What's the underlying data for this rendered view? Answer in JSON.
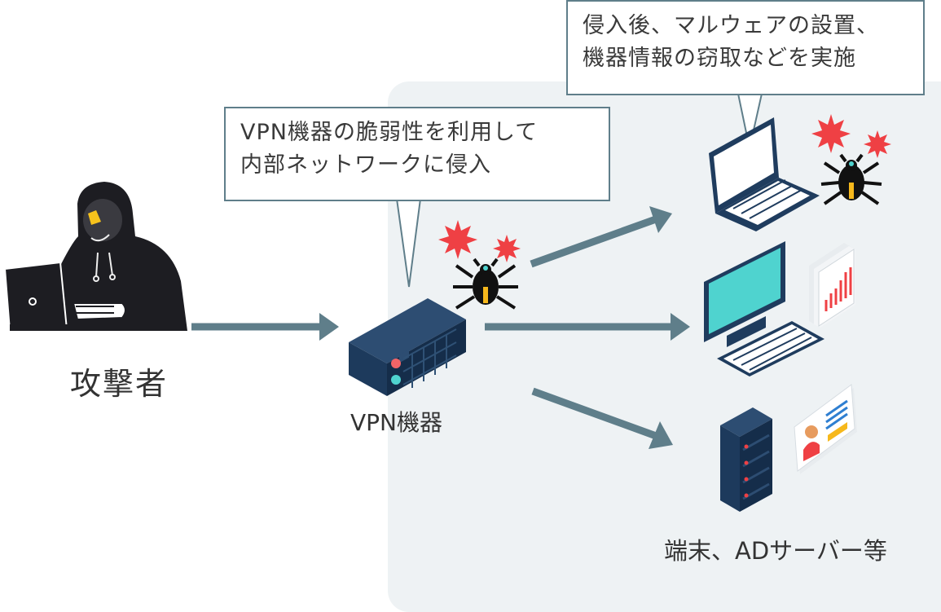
{
  "callouts": {
    "vpn_exploit": {
      "line1": "VPN機器の脆弱性を利用して",
      "line2": "内部ネットワークに侵入"
    },
    "post_intrusion": {
      "line1": "侵入後、マルウェアの設置、",
      "line2": "機器情報の窃取などを実施"
    }
  },
  "labels": {
    "attacker": "攻撃者",
    "vpn_device": "VPN機器",
    "targets": "端末、ADサーバー等"
  },
  "colors": {
    "arrow": "#5f7e8a",
    "zone": "#eef2f4",
    "alert": "#ef4044",
    "screen": "#4fd3cf",
    "device_dark": "#1f3c5e"
  }
}
